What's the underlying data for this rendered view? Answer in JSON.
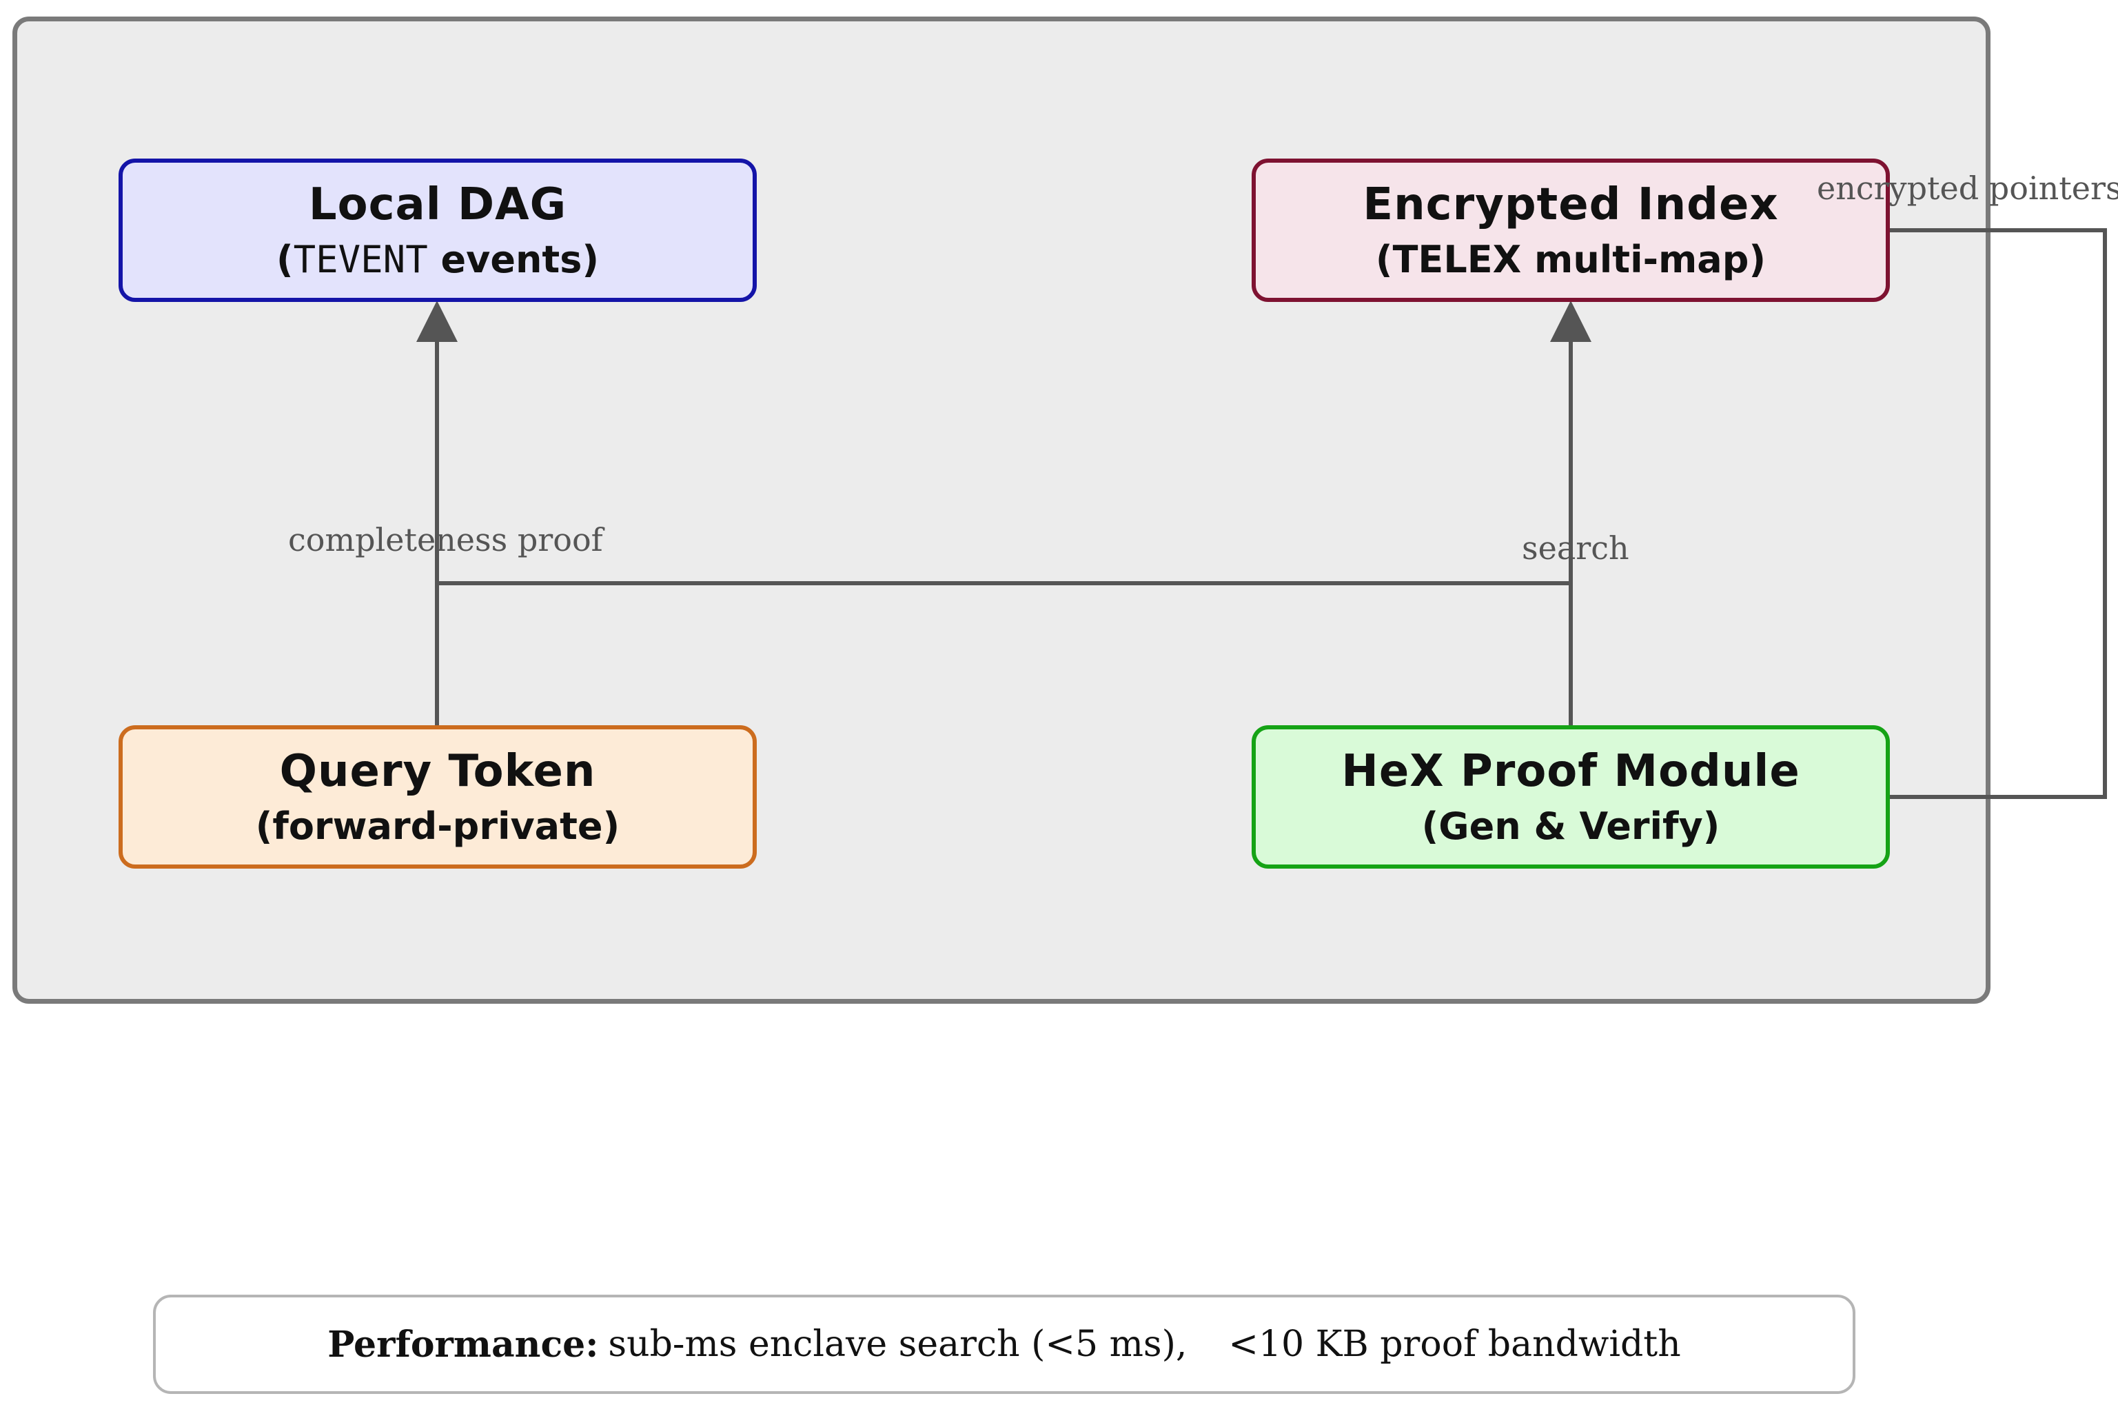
{
  "nodes": {
    "local_dag": {
      "title": "Local DAG",
      "sub_open": "(",
      "sub_code": "TEVENT",
      "sub_rest": " events)"
    },
    "encrypted_index": {
      "title": "Encrypted Index",
      "sub": "(TELEX multi-map)"
    },
    "query_token": {
      "title": "Query Token",
      "sub": "(forward-private)"
    },
    "hex_proof": {
      "title": "HeX Proof Module",
      "sub": "(Gen & Verify)"
    }
  },
  "edges": {
    "completeness_label": "completeness proof",
    "search_label": "search",
    "pointers_label": "encrypted pointers"
  },
  "performance": {
    "lead": "Performance:",
    "part1": "sub-ms enclave search (<5 ms),",
    "part2": "<10 KB proof bandwidth"
  },
  "colors": {
    "local_dag_border": "#1414a8",
    "local_dag_fill": "#e3e3fc",
    "encrypted_index_border": "#7e1231",
    "encrypted_index_fill": "#f6e4ea",
    "query_token_border": "#cc6c1e",
    "query_token_fill": "#fdebd7",
    "hex_proof_border": "#15a315",
    "hex_proof_fill": "#d9fad8",
    "edge": "#555555",
    "panel_fill": "#ececec"
  }
}
